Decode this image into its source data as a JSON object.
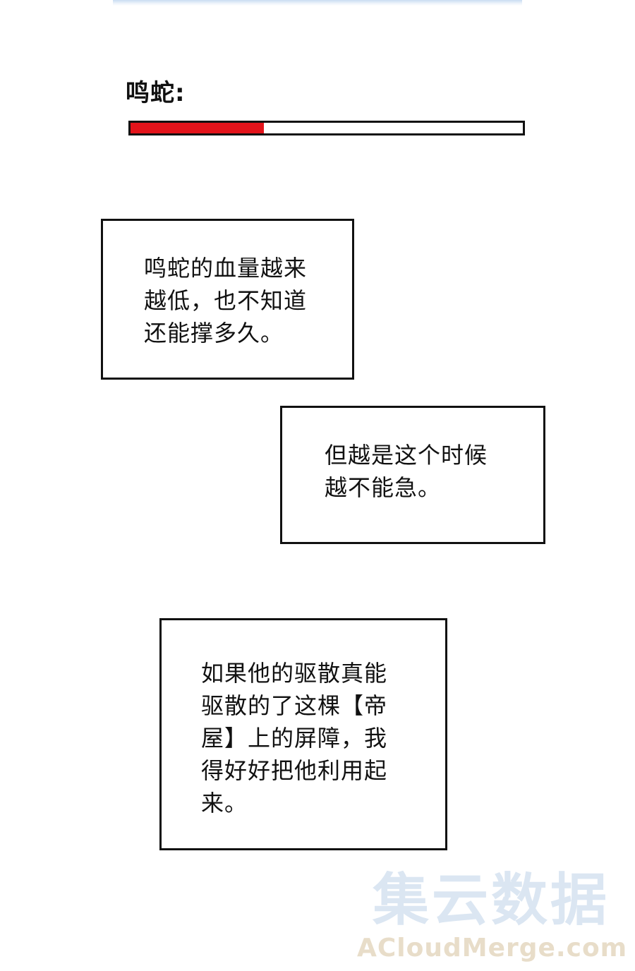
{
  "hp": {
    "label": "鸣蛇:",
    "fraction": 0.34,
    "fill_color": "#e3141b"
  },
  "captions": [
    "鸣蛇的血量越来\n越低，也不知道\n还能撑多久。",
    "但越是这个时候\n越不能急。",
    "如果他的驱散真能\n驱散的了这棵【帝\n屋】上的屏障，我\n得好好把他利用起\n来。"
  ],
  "watermark": {
    "chinese": "集云数据",
    "english": "ACloudMerge.com"
  }
}
